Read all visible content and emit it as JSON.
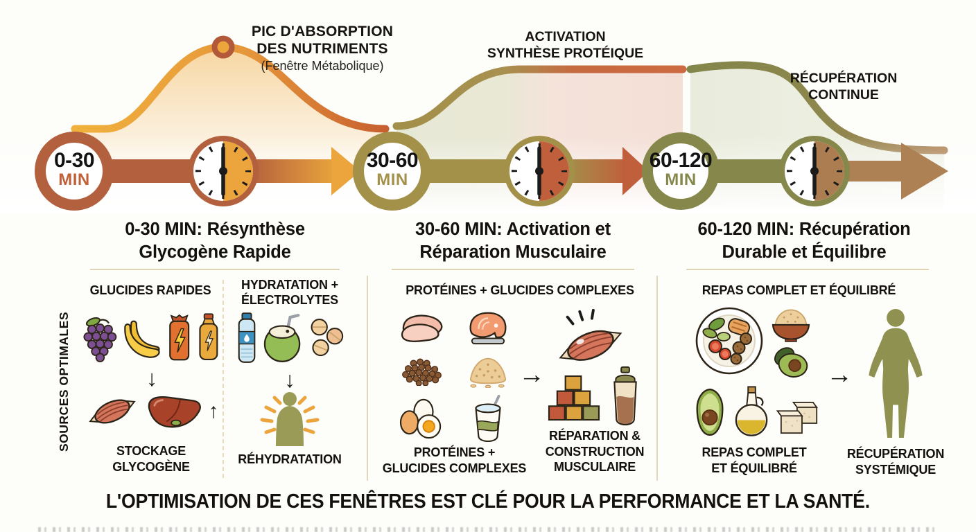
{
  "curve_labels": {
    "absorption": "PIC D'ABSORPTION\nDES NUTRIMENTS",
    "absorption_sub": "(Fenêtre Métabolique)",
    "synthesis": "ACTIVATION\nSYNTHÈSE PROTÉIQUE",
    "recovery": "RÉCUPÉRATION\nCONTINUE"
  },
  "timeline": {
    "phases": [
      {
        "range": "0-30",
        "unit": "MIN",
        "accent": "#c05f38"
      },
      {
        "range": "30-60",
        "unit": "MIN",
        "accent": "#a3914a"
      },
      {
        "range": "60-120",
        "unit": "MIN",
        "accent": "#85884a"
      }
    ]
  },
  "phase_titles": [
    "0-30 MIN: Résynthèse\nGlycogène Rapide",
    "30-60 MIN: Activation et\nRéparation Musculaire",
    "60-120 MIN: Récupération\nDurable et Équilibre"
  ],
  "sources_axis_label": "SOURCES OPTIMALES",
  "columns": {
    "glucides": {
      "header": "GLUCIDES RAPIDES",
      "result": "STOCKAGE\nGLYCOGÈNE"
    },
    "hydratation": {
      "header": "HYDRATATION +\nÉLECTROLYTES",
      "result": "RÉHYDRATATION"
    },
    "proteines": {
      "header": "PROTÉINES + GLUCIDES COMPLEXES",
      "food_label": "PROTÉINES +\nGLUCIDES COMPLEXES",
      "result": "RÉPARATION &\nCONSTRUCTION\nMUSCULAIRE"
    },
    "repas": {
      "header": "REPAS COMPLET ET ÉQUILIBRÉ",
      "food_label": "REPAS COMPLET\nET ÉQUILIBRÉ",
      "result": "RÉCUPÉRATION\nSYSTÉMIQUE"
    }
  },
  "icons": {
    "down_arrow": "↓",
    "up_arrow": "↑",
    "right_arrow": "→"
  },
  "footer": {
    "headline": "L'OPTIMISATION DE CES FENÊTRES EST CLÉ POUR LA PERFORMANCE ET LA SANTÉ."
  },
  "palette": {
    "terracotta": "#b2603e",
    "amber": "#eca43d",
    "olive_gold": "#a3914a",
    "olive_green": "#85884a",
    "tan_brown": "#ad8153",
    "ink": "#14110d"
  }
}
